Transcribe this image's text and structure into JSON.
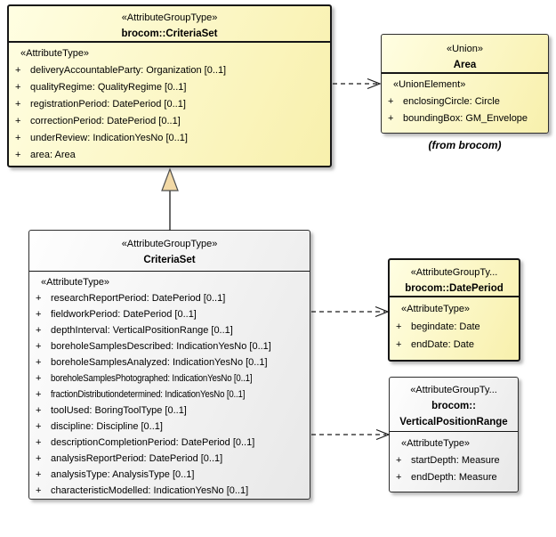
{
  "diagram": {
    "colors": {
      "yellow_fill_start": "#FFFEE2",
      "yellow_fill_end": "#F8F0AC",
      "plain_fill_start": "#FEFEFE",
      "plain_fill_end": "#E8E8E8",
      "border": "#161616",
      "generalization_triangle_fill": "#F2D9A6",
      "background": "#FFFFFF"
    },
    "boxes": [
      {
        "id": "brocom-criteriaset",
        "stereotype": "«AttributeGroupType»",
        "title": "brocom::CriteriaSet",
        "compartment_label": "«AttributeType»",
        "attrs": [
          {
            "v": "+",
            "t": "deliveryAccountableParty: Organization [0..1]"
          },
          {
            "v": "+",
            "t": "qualityRegime: QualityRegime [0..1]"
          },
          {
            "v": "+",
            "t": "registrationPeriod: DatePeriod [0..1]"
          },
          {
            "v": "+",
            "t": "correctionPeriod: DatePeriod [0..1]"
          },
          {
            "v": "+",
            "t": "underReview: IndicationYesNo [0..1]"
          },
          {
            "v": "+",
            "t": "area: Area"
          }
        ]
      },
      {
        "id": "area",
        "stereotype": "«Union»",
        "title": "Area",
        "compartment_label": "«UnionElement»",
        "attrs": [
          {
            "v": "+",
            "t": "enclosingCircle: Circle"
          },
          {
            "v": "+",
            "t": "boundingBox: GM_Envelope"
          }
        ],
        "note": "(from brocom)"
      },
      {
        "id": "criteriaset",
        "stereotype": "«AttributeGroupType»",
        "title": "CriteriaSet",
        "compartment_label": "«AttributeType»",
        "attrs": [
          {
            "v": "+",
            "t": "researchReportPeriod: DatePeriod [0..1]"
          },
          {
            "v": "+",
            "t": "fieldworkPeriod: DatePeriod [0..1]"
          },
          {
            "v": "+",
            "t": "depthInterval: VerticalPositionRange [0..1]"
          },
          {
            "v": "+",
            "t": "boreholeSamplesDescribed: IndicationYesNo [0..1]"
          },
          {
            "v": "+",
            "t": "boreholeSamplesAnalyzed: IndicationYesNo [0..1]"
          },
          {
            "v": "+",
            "t": "boreholeSamplesPhotographed: IndicationYesNo [0..1]",
            "condensed": true
          },
          {
            "v": "+",
            "t": "fractionDistributiondetermined: IndicationYesNo [0..1]",
            "condensed": true
          },
          {
            "v": "+",
            "t": "toolUsed: BoringToolType [0..1]"
          },
          {
            "v": "+",
            "t": "discipline: Discipline [0..1]"
          },
          {
            "v": "+",
            "t": "descriptionCompletionPeriod: DatePeriod [0..1]"
          },
          {
            "v": "+",
            "t": "analysisReportPeriod: DatePeriod [0..1]"
          },
          {
            "v": "+",
            "t": "analysisType: AnalysisType [0..1]"
          },
          {
            "v": "+",
            "t": "characteristicModelled: IndicationYesNo [0..1]"
          }
        ]
      },
      {
        "id": "brocom-dateperiod",
        "stereotype": "«AttributeGroupTy...",
        "title": "brocom::DatePeriod",
        "compartment_label": "«AttributeType»",
        "attrs": [
          {
            "v": "+",
            "t": "begindate: Date"
          },
          {
            "v": "+",
            "t": "endDate: Date"
          }
        ]
      },
      {
        "id": "brocom-verticalpositionrange",
        "stereotype": "«AttributeGroupTy...",
        "title_line1": "brocom::",
        "title_line2": "VerticalPositionRange",
        "compartment_label": "«AttributeType»",
        "attrs": [
          {
            "v": "+",
            "t": "startDepth: Measure"
          },
          {
            "v": "+",
            "t": "endDepth: Measure"
          }
        ]
      }
    ],
    "connectors": [
      {
        "type": "dependency",
        "from": "brocom::CriteriaSet",
        "to": "Area",
        "line": "dashed",
        "head": "open-arrow"
      },
      {
        "type": "generalization",
        "from": "CriteriaSet",
        "to": "brocom::CriteriaSet",
        "line": "solid",
        "head": "hollow-triangle"
      },
      {
        "type": "dependency",
        "from": "CriteriaSet",
        "to": "brocom::DatePeriod",
        "line": "dashed",
        "head": "open-arrow"
      },
      {
        "type": "dependency",
        "from": "CriteriaSet",
        "to": "brocom::VerticalPositionRange",
        "line": "dashed",
        "head": "open-arrow"
      }
    ]
  }
}
